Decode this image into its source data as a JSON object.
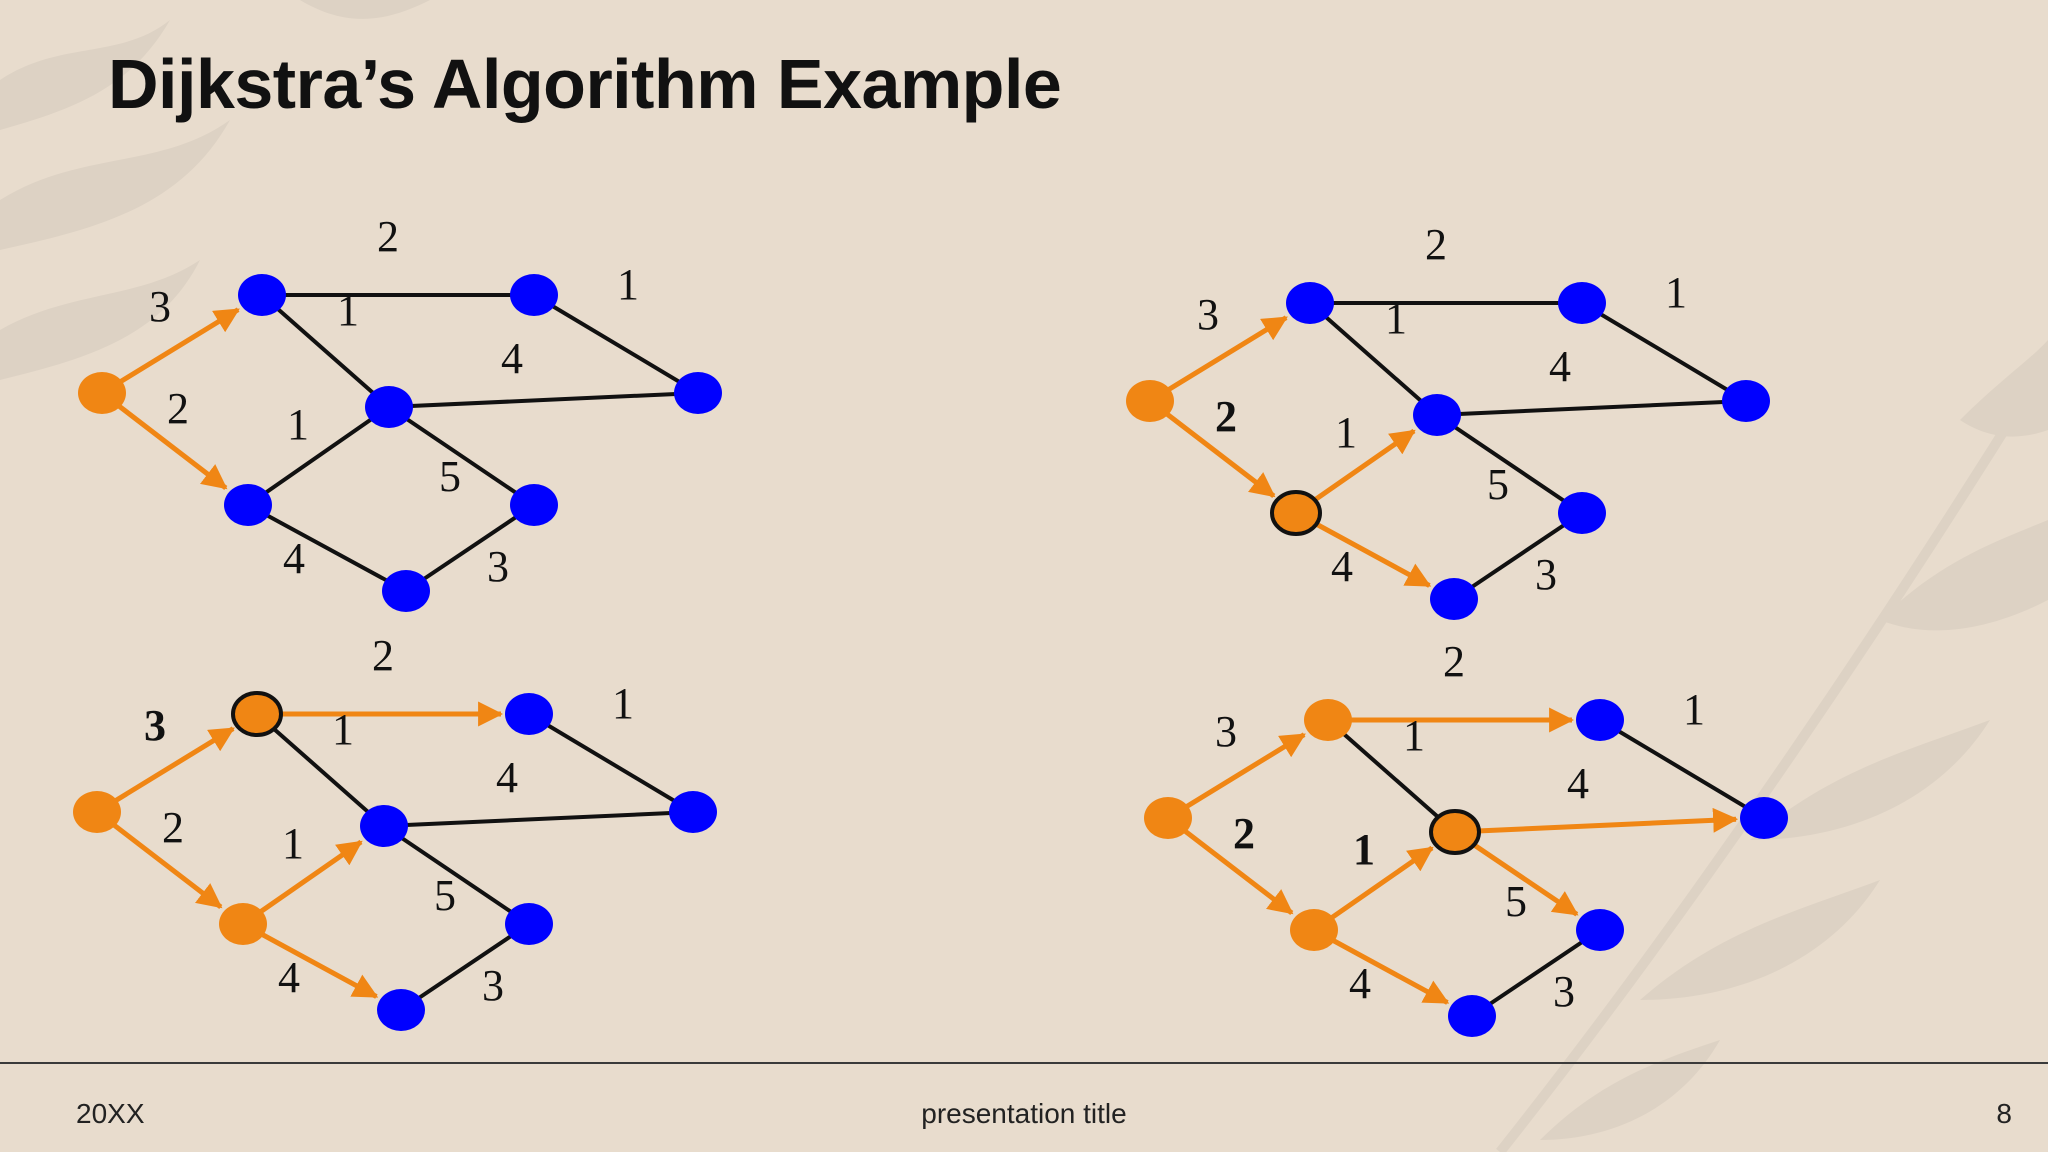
{
  "title": "Dijkstra’s Algorithm Example",
  "footer": {
    "left": "20XX",
    "center": "presentation title",
    "page_number": "8"
  },
  "colors": {
    "background": "#e8dccd",
    "unvisited_node": "#0000ff",
    "visited_node": "#f08614",
    "tree_edge": "#f08614",
    "edge": "#111111",
    "leaf_decoration": "#d9cfc1"
  },
  "panels": [
    {
      "id": "step-1",
      "orange_edges": [
        "s-a",
        "s-b"
      ],
      "orange_nodes": [
        "s"
      ],
      "outlined_node": null,
      "bold_labels": [],
      "labels": {
        "s-a": "3",
        "s-b": "2",
        "a-c": "2",
        "a-d": "1",
        "c-e": "1",
        "d-e": "4",
        "b-d": "1",
        "d-f": "5",
        "b-g": "4",
        "g-f": "3"
      }
    },
    {
      "id": "step-2",
      "orange_edges": [
        "s-a",
        "s-b",
        "b-d",
        "b-g"
      ],
      "orange_nodes": [
        "s",
        "b"
      ],
      "outlined_node": "b",
      "bold_labels": [
        "s-b"
      ],
      "labels": {
        "s-a": "3",
        "s-b": "2",
        "a-c": "2",
        "a-d": "1",
        "c-e": "1",
        "d-e": "4",
        "b-d": "1",
        "d-f": "5",
        "b-g": "4",
        "g-f": "3"
      }
    },
    {
      "id": "step-3",
      "orange_edges": [
        "s-a",
        "s-b",
        "b-d",
        "b-g",
        "a-c"
      ],
      "orange_nodes": [
        "s",
        "b",
        "a"
      ],
      "outlined_node": "a",
      "bold_labels": [
        "s-a"
      ],
      "labels": {
        "s-a": "3",
        "s-b": "2",
        "a-c": "2",
        "a-d": "1",
        "c-e": "1",
        "d-e": "4",
        "b-d": "1",
        "d-f": "5",
        "b-g": "4",
        "g-f": "3"
      }
    },
    {
      "id": "step-4",
      "orange_edges": [
        "s-a",
        "s-b",
        "b-d",
        "b-g",
        "a-c",
        "d-e",
        "d-f"
      ],
      "orange_nodes": [
        "s",
        "b",
        "a",
        "d"
      ],
      "outlined_node": "d",
      "bold_labels": [
        "s-b",
        "b-d"
      ],
      "labels": {
        "s-a": "3",
        "s-b": "2",
        "a-c": "2",
        "a-d": "1",
        "c-e": "1",
        "d-e": "4",
        "b-d": "1",
        "d-f": "5",
        "b-g": "4",
        "g-f": "3"
      }
    }
  ]
}
